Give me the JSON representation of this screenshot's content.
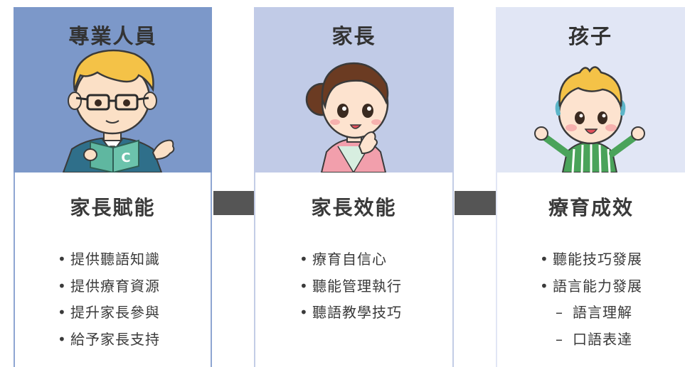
{
  "columns": [
    {
      "title": "專業人員",
      "subtitle": "家長賦能",
      "items": [
        "提供聽語知識",
        "提供療育資源",
        "提升家長參與",
        "給予家長支持"
      ],
      "sub_items": []
    },
    {
      "title": "家長",
      "subtitle": "家長效能",
      "items": [
        "療育自信心",
        "聽能管理執行",
        "聽語教學技巧"
      ],
      "sub_items": []
    },
    {
      "title": "孩子",
      "subtitle": "療育成效",
      "items": [
        "聽能技巧發展",
        "語言能力發展"
      ],
      "sub_items": [
        "語言理解",
        "口語表達"
      ]
    }
  ],
  "book_letter": "C",
  "colors": {
    "col1_header": "#7c98c9",
    "col2_header": "#c1cbe7",
    "col3_header": "#e1e6f5",
    "arrow": "#555555"
  },
  "icons": [
    "professional-illustration",
    "parent-illustration",
    "child-illustration",
    "arrow-right-icon"
  ]
}
